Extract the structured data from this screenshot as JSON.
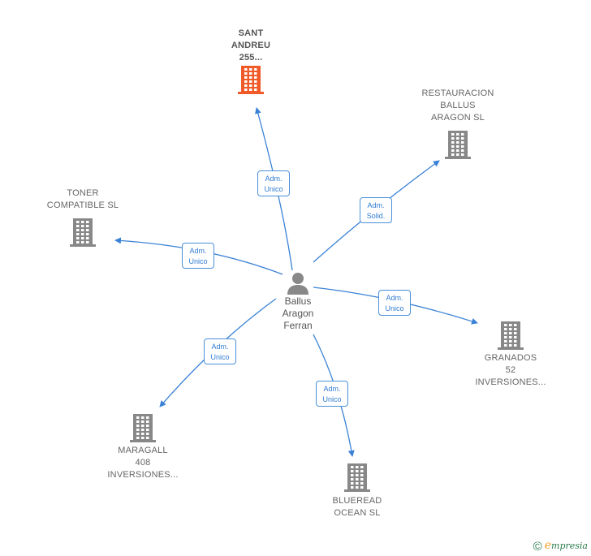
{
  "center": {
    "name_lines": [
      "Ballus",
      "Aragon",
      "Ferran"
    ],
    "icon": "person-icon"
  },
  "companies": [
    {
      "id": "sant-andreu",
      "name_lines": [
        "SANT",
        "ANDREU",
        "255..."
      ],
      "highlight": true,
      "color": "#f05a28"
    },
    {
      "id": "restauracion-ballus",
      "name_lines": [
        "RESTAURACION",
        "BALLUS",
        "ARAGON  SL"
      ],
      "highlight": false,
      "color": "#888888"
    },
    {
      "id": "toner-compatible",
      "name_lines": [
        "TONER",
        "COMPATIBLE SL"
      ],
      "highlight": false,
      "color": "#888888"
    },
    {
      "id": "granados-52",
      "name_lines": [
        "GRANADOS",
        "52",
        "INVERSIONES..."
      ],
      "highlight": false,
      "color": "#888888"
    },
    {
      "id": "maragall-408",
      "name_lines": [
        "MARAGALL",
        "408",
        "INVERSIONES..."
      ],
      "highlight": false,
      "color": "#888888"
    },
    {
      "id": "bluead-ocean",
      "name_lines": [
        "BLUEREAD",
        "OCEAN  SL"
      ],
      "highlight": false,
      "color": "#888888"
    }
  ],
  "edges": [
    {
      "to": "sant-andreu",
      "label_lines": [
        "Adm.",
        "Unico"
      ]
    },
    {
      "to": "restauracion-ballus",
      "label_lines": [
        "Adm.",
        "Solid."
      ]
    },
    {
      "to": "toner-compatible",
      "label_lines": [
        "Adm.",
        "Unico"
      ]
    },
    {
      "to": "granados-52",
      "label_lines": [
        "Adm.",
        "Unico"
      ]
    },
    {
      "to": "maragall-408",
      "label_lines": [
        "Adm.",
        "Unico"
      ]
    },
    {
      "to": "bluead-ocean",
      "label_lines": [
        "Adm.",
        "Unico"
      ]
    }
  ],
  "colors": {
    "edge": "#3a82d6",
    "building": "#888888",
    "highlight": "#f05a28",
    "person": "#888888"
  },
  "footer": {
    "copyright": "©",
    "brand_initial": "e",
    "brand_rest": "mpresia"
  }
}
